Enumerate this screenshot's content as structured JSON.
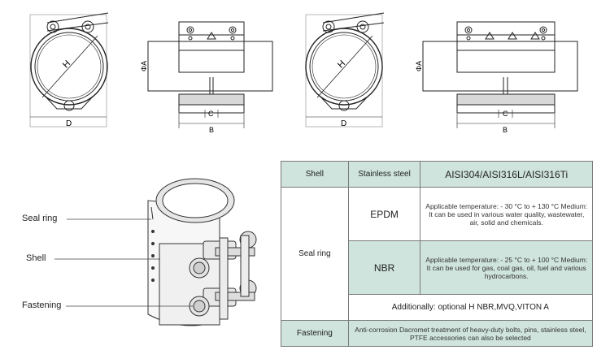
{
  "drawings": {
    "dim_h": "H",
    "dim_d": "D",
    "dim_phi_a": "ΦA",
    "dim_c": "C",
    "dim_b": "B"
  },
  "labels": {
    "seal_ring": "Seal ring",
    "shell": "Shell",
    "fastening": "Fastening"
  },
  "table": {
    "shell_label": "Shell",
    "shell_material": "Stainless steel",
    "shell_grades": "AISI304/AISI316L/AISI316Ti",
    "seal_ring_label": "Seal ring",
    "epdm": {
      "name": "EPDM",
      "desc": "Applicable temperature: - 30 °C to + 130 °C Medium: It can be used in various water quality, wastewater, air, solid and chemicals."
    },
    "nbr": {
      "name": "NBR",
      "desc": "Applicable temperature: - 25 °C to + 100 °C Medium: It can be used for gas, coal gas, oil, fuel and various hydrocarbons."
    },
    "additional": "Additionally: optional H NBR,MVQ,VITON A",
    "fastening_label": "Fastening",
    "fastening_desc": "Anti-corrosion Dacromet treatment of heavy-duty bolts, pins, stainless steel, PTFE accessories can also be selected"
  }
}
